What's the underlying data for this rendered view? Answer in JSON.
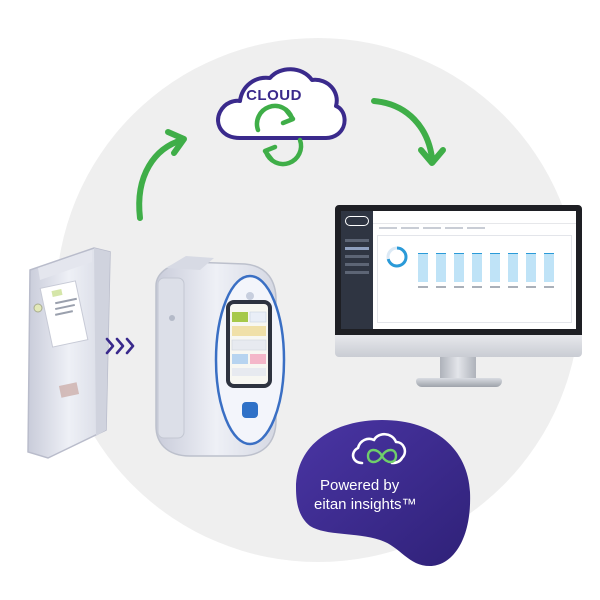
{
  "cloud": {
    "label": "CLOUD"
  },
  "badge": {
    "line1": "Powered by",
    "line2": "eitan insights™"
  },
  "colors": {
    "arrow_green": "#3fae48",
    "cloud_purple": "#3a2a8c",
    "badge_purple": "#3d2c8f",
    "chevron_purple": "#3a2a8c",
    "background_circle": "#efefef"
  },
  "icons": [
    "cloud-icon",
    "sync-arrows-icon",
    "chevron-right-icon",
    "infinity-icon",
    "monitor-icon",
    "infusion-pump-icon",
    "battery-module-icon"
  ]
}
